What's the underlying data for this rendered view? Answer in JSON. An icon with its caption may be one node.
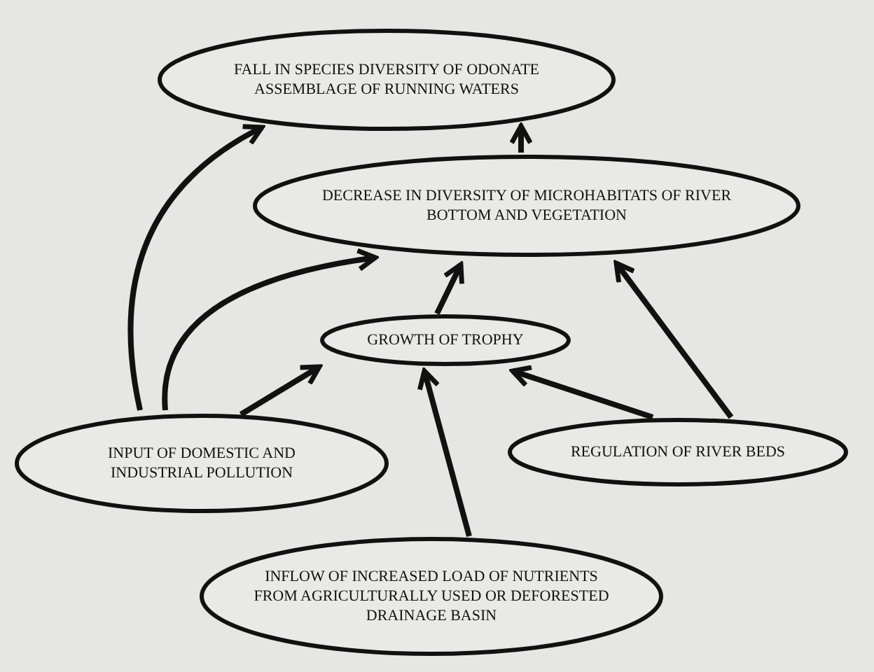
{
  "diagram": {
    "nodes": [
      {
        "text": [
          "FALL IN SPECIES DIVERSITY OF ODONATE ASSEMBLAGE OF RUNNING WATERS"
        ]
      },
      {
        "text": [
          "DECREASE IN DIVERSITY OF MICROHABITATS OF RIVER BOTTOM AND VEGETATION"
        ]
      },
      {
        "text": [
          "GROWTH OF TROPHY"
        ]
      },
      {
        "text": [
          "INPUT OF DOMESTIC AND INDUSTRIAL POLLUTION"
        ]
      },
      {
        "text": [
          "REGULATION OF RIVER BEDS"
        ]
      },
      {
        "text": [
          "INFLOW OF INCREASED LOAD OF NUTRIENTS FROM AGRICULTURALLY USED OR DEFORESTED DRAINAGE BASIN"
        ]
      }
    ],
    "edges": [
      {
        "from": 3,
        "to": 0,
        "arrow": "to"
      },
      {
        "from": 3,
        "to": 1,
        "arrow": "to"
      },
      {
        "from": 3,
        "to": 2,
        "arrow": "to"
      },
      {
        "from": 2,
        "to": 1,
        "arrow": "to"
      },
      {
        "from": 1,
        "to": 0,
        "arrow": "to"
      },
      {
        "from": 4,
        "to": 2,
        "arrow": "to"
      },
      {
        "from": 4,
        "to": 1,
        "arrow": "to"
      },
      {
        "from": 5,
        "to": 2,
        "arrow": "to"
      }
    ]
  }
}
